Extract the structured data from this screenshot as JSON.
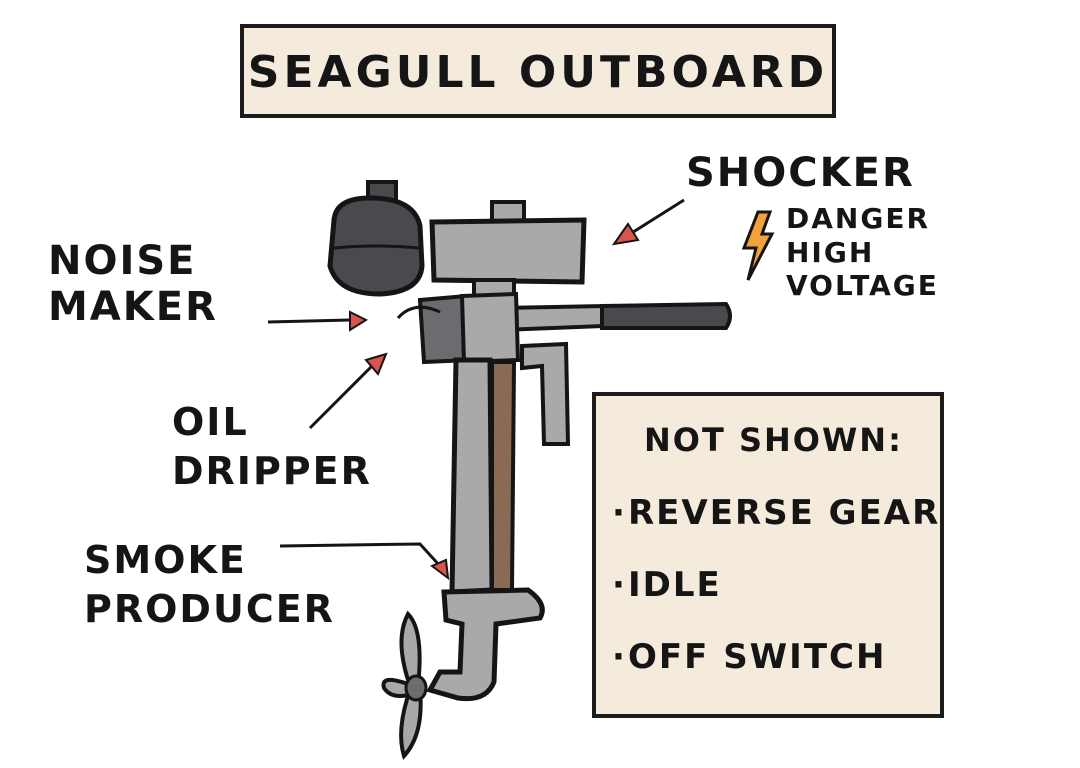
{
  "title": "SEAGULL OUTBOARD",
  "labels": {
    "noise_maker": [
      "NOISE",
      "MAKER"
    ],
    "shocker": "SHOCKER",
    "danger": [
      "DANGER",
      "HIGH",
      "VOLTAGE"
    ],
    "oil_dripper": [
      "OIL",
      "DRIPPER"
    ],
    "smoke_producer": [
      "SMOKE",
      "PRODUCER"
    ]
  },
  "not_shown": {
    "heading": "NOT SHOWN:",
    "items": [
      "REVERSE GEAR",
      "IDLE",
      "OFF SWITCH"
    ]
  },
  "icons": {
    "lightning": "lightning-bolt-icon"
  },
  "colors": {
    "box_fill": "#f5ebdd",
    "engine_gray": "#a9a9ab",
    "engine_dark": "#4a4a4e",
    "arrow_red": "#d9534f",
    "bolt_orange": "#f2a23a",
    "rod_brown": "#8b6a55"
  }
}
